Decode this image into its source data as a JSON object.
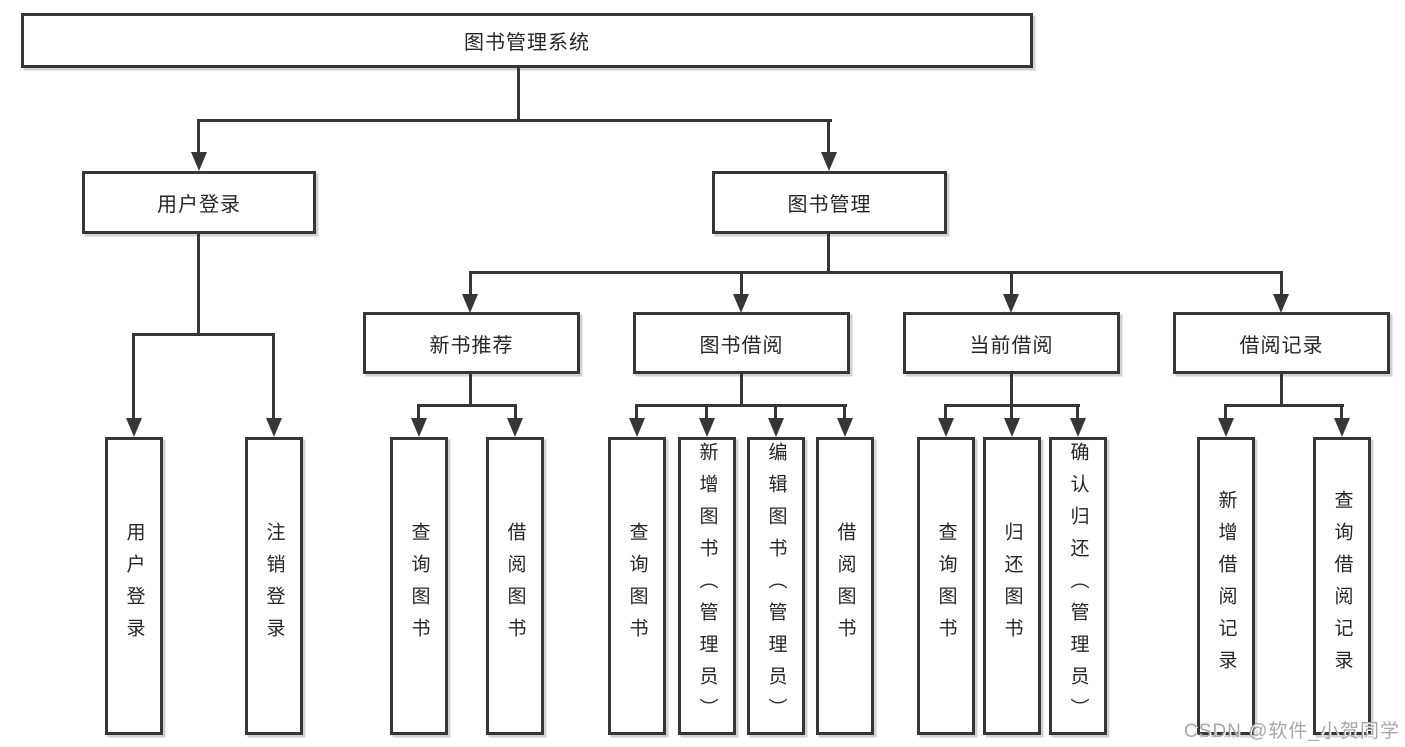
{
  "diagram": {
    "type": "feature-tree",
    "watermark": "CSDN @软件_小贺同学",
    "colors": {
      "line": "#363636",
      "text": "#262626",
      "background": "#ffffff",
      "watermark": "#a8a8a8"
    },
    "tree": {
      "label": "图书管理系统",
      "children": [
        {
          "label": "用户登录",
          "children": [
            {
              "label": "用户登录"
            },
            {
              "label": "注销登录"
            }
          ]
        },
        {
          "label": "图书管理",
          "children": [
            {
              "label": "新书推荐",
              "children": [
                {
                  "label": "查询图书"
                },
                {
                  "label": "借阅图书"
                }
              ]
            },
            {
              "label": "图书借阅",
              "children": [
                {
                  "label": "查询图书"
                },
                {
                  "label": "新增图书（管理员）"
                },
                {
                  "label": "编辑图书（管理员）"
                },
                {
                  "label": "借阅图书"
                }
              ]
            },
            {
              "label": "当前借阅",
              "children": [
                {
                  "label": "查询图书"
                },
                {
                  "label": "归还图书"
                },
                {
                  "label": "确认归还（管理员）"
                }
              ]
            },
            {
              "label": "借阅记录",
              "children": [
                {
                  "label": "新增借阅记录"
                },
                {
                  "label": "查询借阅记录"
                }
              ]
            }
          ]
        }
      ]
    }
  }
}
